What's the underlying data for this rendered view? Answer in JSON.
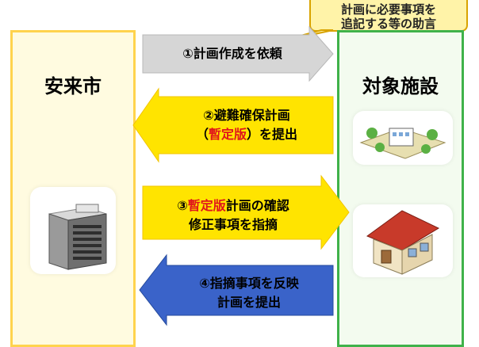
{
  "callout": {
    "line1": "計画に必要事項を",
    "line2": "追記する等の助言"
  },
  "left_panel": {
    "title": "安来市"
  },
  "right_panel": {
    "title": "対象施設"
  },
  "arrows": [
    {
      "label_line1": "①計画作成を依頼",
      "label_line2": ""
    },
    {
      "label_line1": "②避難確保計画",
      "label_line2_prefix": "（",
      "label_line2_red": "暫定版",
      "label_line2_suffix": "）を提出"
    },
    {
      "label_line1_prefix": "③",
      "label_line1_red": "暫定版",
      "label_line1_suffix": "計画の確認",
      "label_line2": "修正事項を指摘"
    },
    {
      "label_line1": "④指摘事項を反映",
      "label_line2": "計画を提出"
    }
  ],
  "colors": {
    "arrow_gray": "#d6d6d6",
    "arrow_yellow": "#ffe400",
    "arrow_blue": "#3a63c9",
    "accent_red": "#e0161b",
    "left_border": "#ffd34d",
    "right_border": "#3fb24a"
  }
}
